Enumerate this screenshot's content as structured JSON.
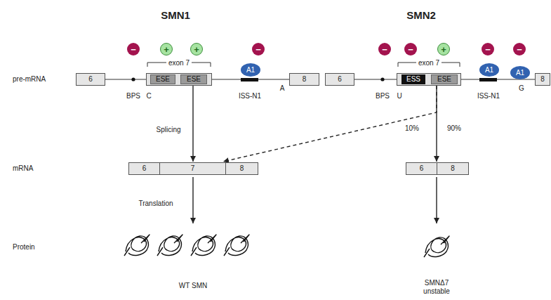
{
  "diagram": {
    "nodes": [
      {
        "text": [
          "−"
        ]
      },
      {
        "text": [
          "+"
        ]
      },
      {
        "text": [
          "+"
        ]
      },
      {
        "text": [
          "−"
        ]
      },
      {
        "text": [
          "6"
        ]
      },
      {
        "text": [
          "exon 7"
        ]
      },
      {
        "text": [
          "ESE"
        ],
        "in": 5
      },
      {
        "text": [
          "ESE"
        ],
        "in": 5
      },
      {
        "text": [
          "A1"
        ]
      },
      {
        "text": [
          "8"
        ]
      },
      {
        "text": [
          "−"
        ]
      },
      {
        "text": [
          "−"
        ]
      },
      {
        "text": [
          "+"
        ]
      },
      {
        "text": [
          "−"
        ]
      },
      {
        "text": [
          "−"
        ]
      },
      {
        "text": [
          "6"
        ]
      },
      {
        "text": [
          "exon 7"
        ]
      },
      {
        "text": [
          "ESS"
        ],
        "in": 16
      },
      {
        "text": [
          "ESE"
        ],
        "in": 16
      },
      {
        "text": [
          "A1"
        ]
      },
      {
        "text": [
          "A1"
        ]
      },
      {
        "text": [
          "8"
        ]
      },
      {
        "text": [
          "6"
        ]
      },
      {
        "text": [
          "7"
        ]
      },
      {
        "text": [
          "8"
        ]
      },
      {
        "text": [
          "6"
        ]
      },
      {
        "text": [
          "8"
        ]
      }
    ],
    "edges": [
      {
        "from": 5,
        "to": 23,
        "arrow": "to",
        "label": "Splicing"
      },
      {
        "from": 16,
        "to": 25,
        "arrow": "to",
        "label": "90%"
      },
      {
        "from": 16,
        "to": 23,
        "arrow": "to",
        "label": "10%"
      }
    ],
    "labels": [
      "SMN1",
      "SMN2",
      "pre-mRNA",
      "mRNA",
      "Protein",
      "BPS",
      "C",
      "ISS-N1",
      "A",
      "BPS",
      "U",
      "ISS-N1",
      "G",
      "Translation",
      "WT SMN",
      "SMNΔ7 unstable"
    ]
  }
}
